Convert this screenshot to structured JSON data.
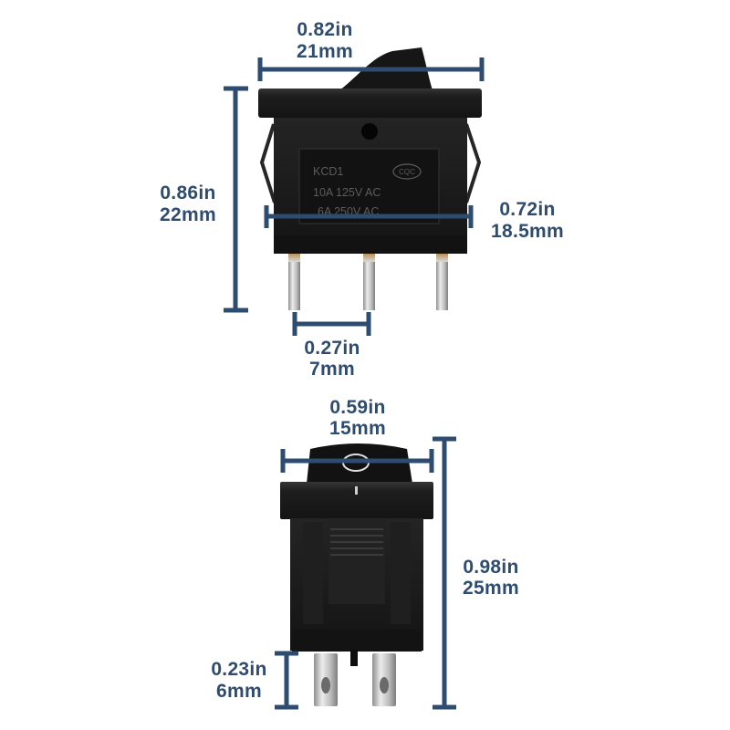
{
  "dimensions": {
    "top_width": {
      "in": "0.82in",
      "mm": "21mm"
    },
    "top_height": {
      "in": "0.86in",
      "mm": "22mm"
    },
    "body_width": {
      "in": "0.72in",
      "mm": "18.5mm"
    },
    "pin_spacing": {
      "in": "0.27in",
      "mm": "7mm"
    },
    "side_width": {
      "in": "0.59in",
      "mm": "15mm"
    },
    "side_height": {
      "in": "0.98in",
      "mm": "25mm"
    },
    "pin_length": {
      "in": "0.23in",
      "mm": "6mm"
    }
  },
  "switch_markings": {
    "model": "KCD1",
    "rating_1": "10A 125V AC",
    "rating_2": "6A 250V AC",
    "logo": "CQC"
  },
  "icons": {
    "off_symbol": "circle-o-icon",
    "on_symbol": "bar-i-icon"
  },
  "colors": {
    "dimension": "#2e4b70",
    "switch_body": "#1b1b1b",
    "pin": "#c9c9c9"
  }
}
